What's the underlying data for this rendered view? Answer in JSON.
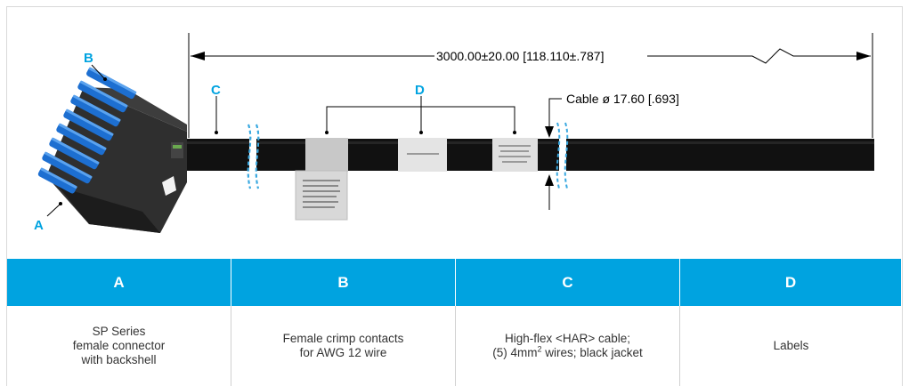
{
  "dimension": {
    "length_label": "3000.00±20.00 [118.110±.787]",
    "cable_label": "Cable ø 17.60 [.693]"
  },
  "callouts": {
    "a": "A",
    "b": "B",
    "c": "C",
    "d": "D"
  },
  "colors": {
    "accent": "#00a3e0",
    "cable": "#111111",
    "connector": "#2a2a2a",
    "contacts": "#1d6fd1",
    "label": "#c8c8c8"
  },
  "table": {
    "headers": [
      "A",
      "B",
      "C",
      "D"
    ],
    "cells": {
      "a": "SP Series\nfemale connector\nwith backshell",
      "b": "Female crimp contacts\nfor AWG 12 wire",
      "c1": "High-flex <HAR> cable;\n(5) 4mm",
      "c_sup": "2",
      "c2": " wires; black jacket",
      "d": "Labels"
    }
  }
}
